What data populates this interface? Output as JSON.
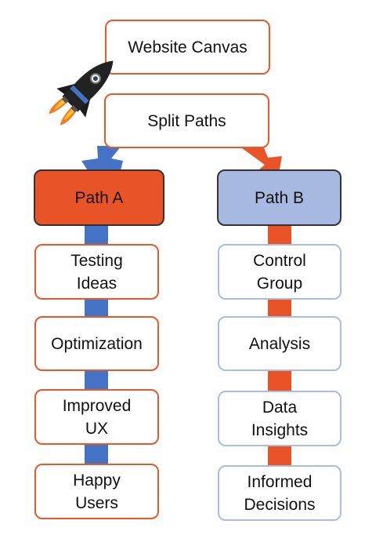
{
  "top": {
    "title": "Website Canvas",
    "split": "Split Paths"
  },
  "path_a": {
    "label": "Path A",
    "steps": [
      "Testing\nIdeas",
      "Optimization",
      "Improved\nUX",
      "Happy\nUsers"
    ]
  },
  "path_b": {
    "label": "Path B",
    "steps": [
      "Control\nGroup",
      "Analysis",
      "Data\nInsights",
      "Informed\nDecisions"
    ]
  },
  "colors": {
    "orange": "#e85428",
    "orange_border": "#e35a2b",
    "blue_bar": "#4472c4",
    "blue_light": "#a7b9e0",
    "dark_border": "#333333"
  },
  "icons": {
    "decoration": "rocket-icon"
  }
}
